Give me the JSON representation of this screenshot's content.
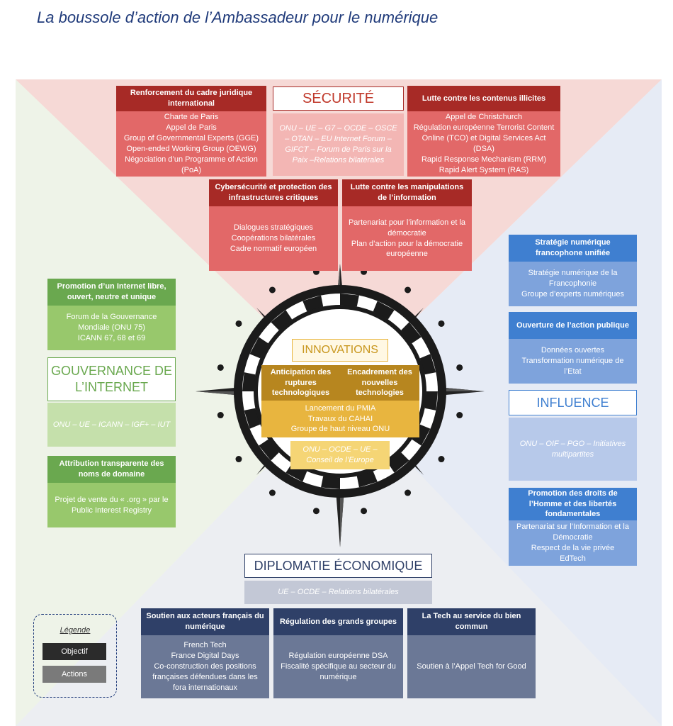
{
  "title": "La boussole d’action de l’Ambassadeur pour le numérique",
  "colors": {
    "security": "#a72a26",
    "governance": "#6aa84f",
    "influence": "#3f7fd0",
    "economy": "#2f4068",
    "innovation": "#b7861f"
  },
  "securite": {
    "label": "SÉCURITÉ",
    "partners": "ONU – UE – G7 – OCDE – OSCE – OTAN – EU Internet Forum – GIFCT – Forum de Paris sur la Paix –Relations bilatérales",
    "left_head": "Renforcement du cadre juridique international",
    "left_body": "Charte de Paris\nAppel de Paris\nGroup of Governmental Experts (GGE)\nOpen-ended Working Group (OEWG)\nNégociation d’un Programme of Action (PoA)",
    "right_head": "Lutte contre les contenus illicites",
    "right_body": "Appel de Christchurch\nRégulation européenne Terrorist Content Online (TCO) et Digital Services Act (DSA)\nRapid Response Mechanism (RRM)\nRapid Alert System (RAS)",
    "cyber_head": "Cybersécurité et protection des infrastructures critiques",
    "cyber_body": "Dialogues stratégiques\nCoopérations bilatérales\nCadre normatif européen",
    "manip_head": "Lutte contre les manipulations de l’information",
    "manip_body": "Partenariat pour l’information et la démocratie\nPlan d’action pour la démocratie européenne"
  },
  "gouvernance": {
    "label": "GOUVERNANCE DE L’INTERNET",
    "promo_head": "Promotion d’un Internet libre, ouvert, neutre et unique",
    "promo_body": "Forum de la Gouvernance Mondiale (ONU 75)\nICANN 67, 68 et 69",
    "partners": "ONU – UE – ICANN – IGF+ – IUT",
    "attrib_head": "Attribution transparente des noms de domaine",
    "attrib_body": "Projet de vente du « .org » par le Public Interest Registry"
  },
  "influence": {
    "label": "INFLUENCE",
    "strat_head": "Stratégie numérique francophone unifiée",
    "strat_body": "Stratégie numérique de la Francophonie\nGroupe d’experts numériques",
    "ouv_head": "Ouverture de l’action publique",
    "ouv_body": "Données ouvertes\nTransformation numérique de l’Etat",
    "partners": "ONU – OIF – PGO – Initiatives multipartites",
    "droits_head": "Promotion des droits de l’Homme et des libertés fondamentales",
    "droits_body": "Partenariat sur l’Information et la Démocratie\nRespect de la vie privée\nEdTech"
  },
  "innovations": {
    "label": "INNOVATIONS",
    "anticip_head": "Anticipation des ruptures technologiques",
    "encad_head": "Encadrement des nouvelles technologies",
    "body": "Lancement du PMIA\nTravaux du CAHAI\nGroupe de haut niveau ONU",
    "partners": "ONU – OCDE – UE – Conseil de l’Europe"
  },
  "diplomatie": {
    "label": "DIPLOMATIE ÉCONOMIQUE",
    "partners": "UE – OCDE – Relations bilatérales",
    "soutien_head": "Soutien aux acteurs français du numérique",
    "soutien_body": "French Tech\nFrance Digital Days\nCo-construction des positions françaises défendues dans les fora internationaux",
    "regul_head": "Régulation des grands groupes",
    "regul_body": "Régulation européenne DSA\nFiscalité spécifique au secteur du numérique",
    "tech_head": "La Tech au service du bien commun",
    "tech_body": "Soutien à l’Appel Tech for Good"
  },
  "legend": {
    "title": "Légende",
    "objectif": "Objectif",
    "actions": "Actions"
  }
}
